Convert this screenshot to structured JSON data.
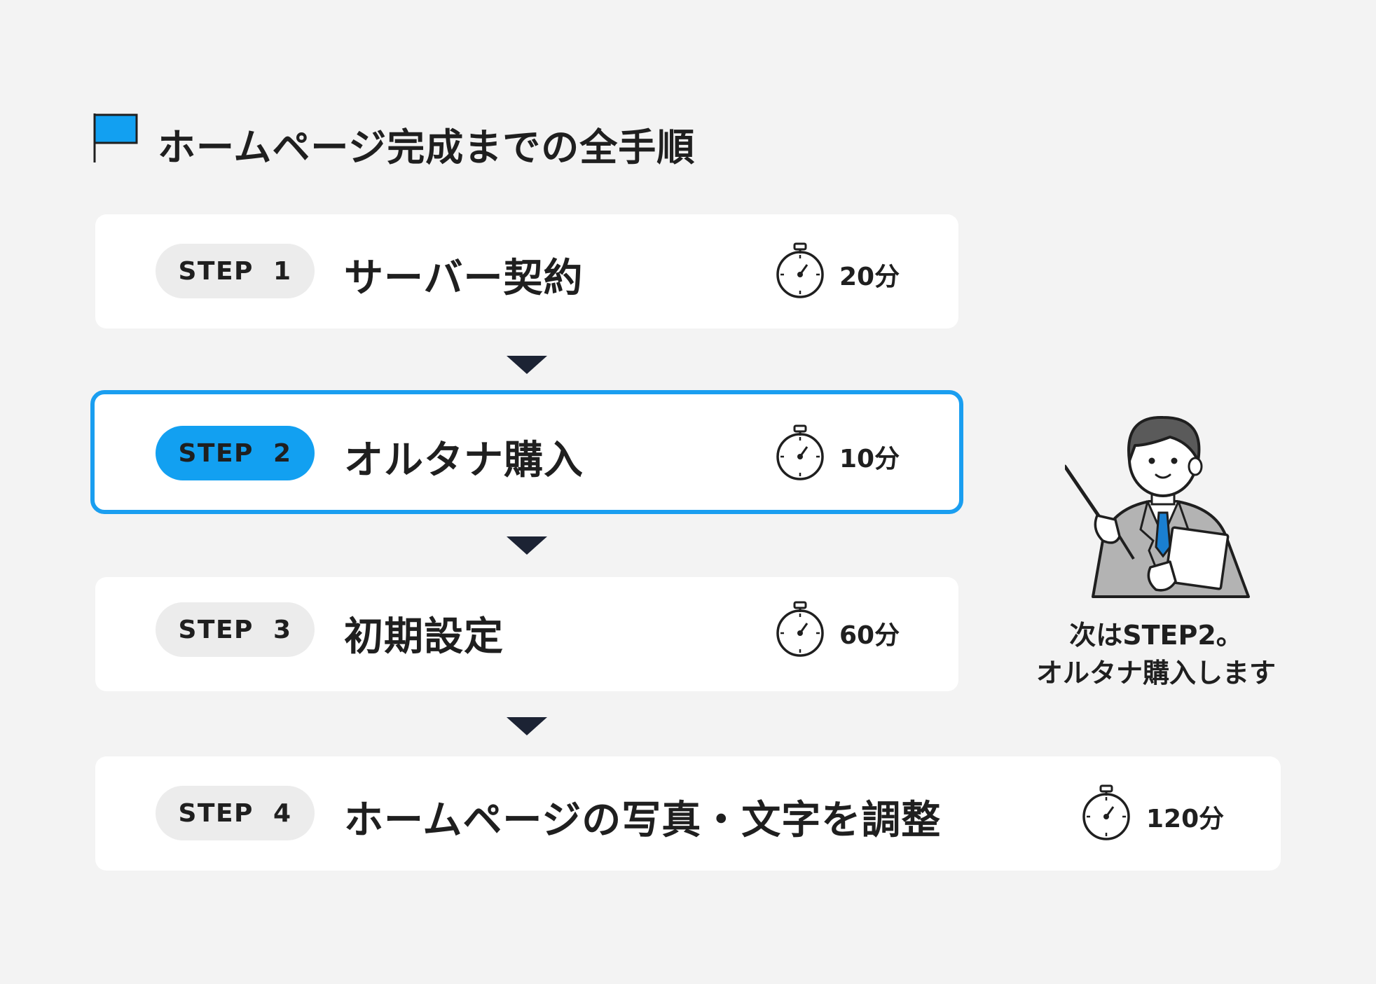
{
  "page": {
    "title": "ホームページ完成までの全手順"
  },
  "steps": [
    {
      "badge_prefix": "STEP",
      "number": "1",
      "title": "サーバー契約",
      "time": "20分",
      "active": false
    },
    {
      "badge_prefix": "STEP",
      "number": "2",
      "title": "オルタナ購入",
      "time": "10分",
      "active": true
    },
    {
      "badge_prefix": "STEP",
      "number": "3",
      "title": "初期設定",
      "time": "60分",
      "active": false
    },
    {
      "badge_prefix": "STEP",
      "number": "4",
      "title": "ホームページの写真・文字を調整",
      "time": "120分",
      "active": false
    }
  ],
  "speech": {
    "line1": "次はSTEP2。",
    "line2": "オルタナ購入します"
  },
  "colors": {
    "accent": "#12a0f1",
    "background": "#f3f3f3",
    "card": "#ffffff",
    "badge_inactive": "#ececec",
    "text": "#1f1f1f"
  },
  "icons": {
    "heading": "flag-icon",
    "step_time": "stopwatch-icon",
    "connector": "arrow-down-icon"
  }
}
